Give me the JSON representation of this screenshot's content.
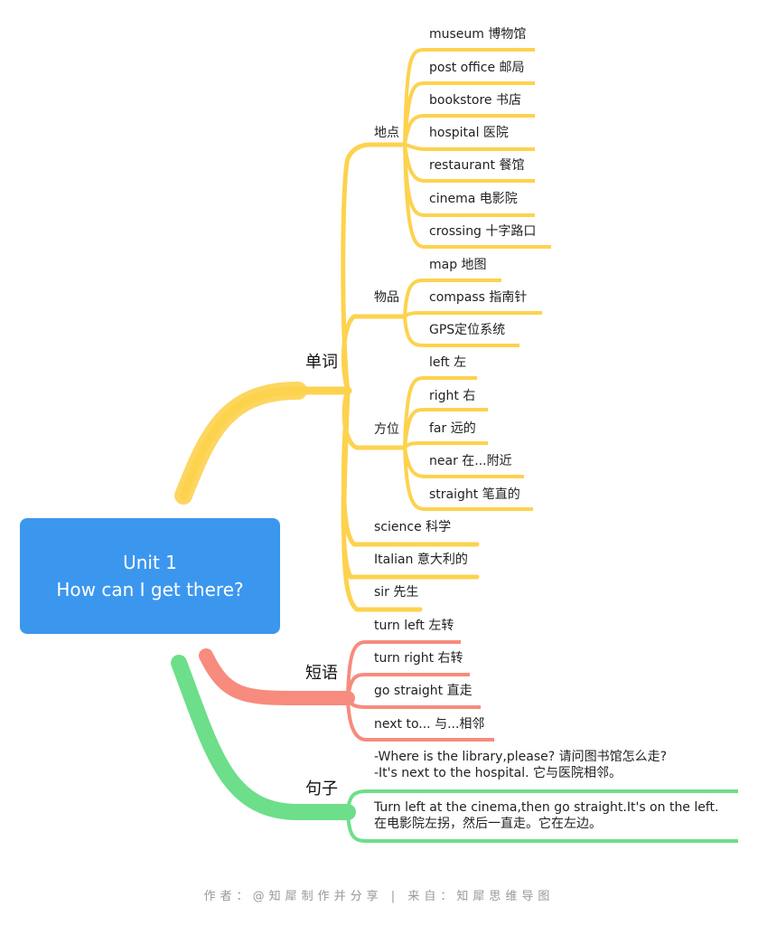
{
  "root": {
    "line1": "Unit 1",
    "line2": "How can I get there?"
  },
  "branches": {
    "words": {
      "label": "单词",
      "places": {
        "label": "地点",
        "items": [
          "museum 博物馆",
          "post office 邮局",
          "bookstore 书店",
          "hospital 医院",
          "restaurant 餐馆",
          "cinema 电影院",
          "crossing 十字路口"
        ]
      },
      "things": {
        "label": "物品",
        "items": [
          "map 地图",
          "compass 指南针",
          "GPS定位系统"
        ]
      },
      "directions": {
        "label": "方位",
        "items": [
          "left 左",
          "right 右",
          "far 远的",
          "near 在...附近",
          "straight 笔直的"
        ]
      },
      "others": [
        "science 科学",
        "Italian 意大利的",
        "sir 先生"
      ]
    },
    "phrases": {
      "label": "短语",
      "items": [
        "turn left 左转",
        "turn right 右转",
        "go straight 直走",
        "next to... 与...相邻"
      ]
    },
    "sentences": {
      "label": "句子",
      "items": [
        {
          "line1": "-Where is the library,please? 请问图书馆怎么走?",
          "line2": "-It's next to the hospital. 它与医院相邻。"
        },
        {
          "line1": "Turn left at the cinema,then go straight.It's on the left.",
          "line2": "在电影院左拐，然后一直走。它在左边。"
        }
      ]
    }
  },
  "footer": "作者：@知犀制作并分享 | 来自：知犀思维导图",
  "colors": {
    "root": "#3b97ee",
    "words": "#fdd24e",
    "phrases": "#f78b7e",
    "sentences": "#6dde8a"
  }
}
